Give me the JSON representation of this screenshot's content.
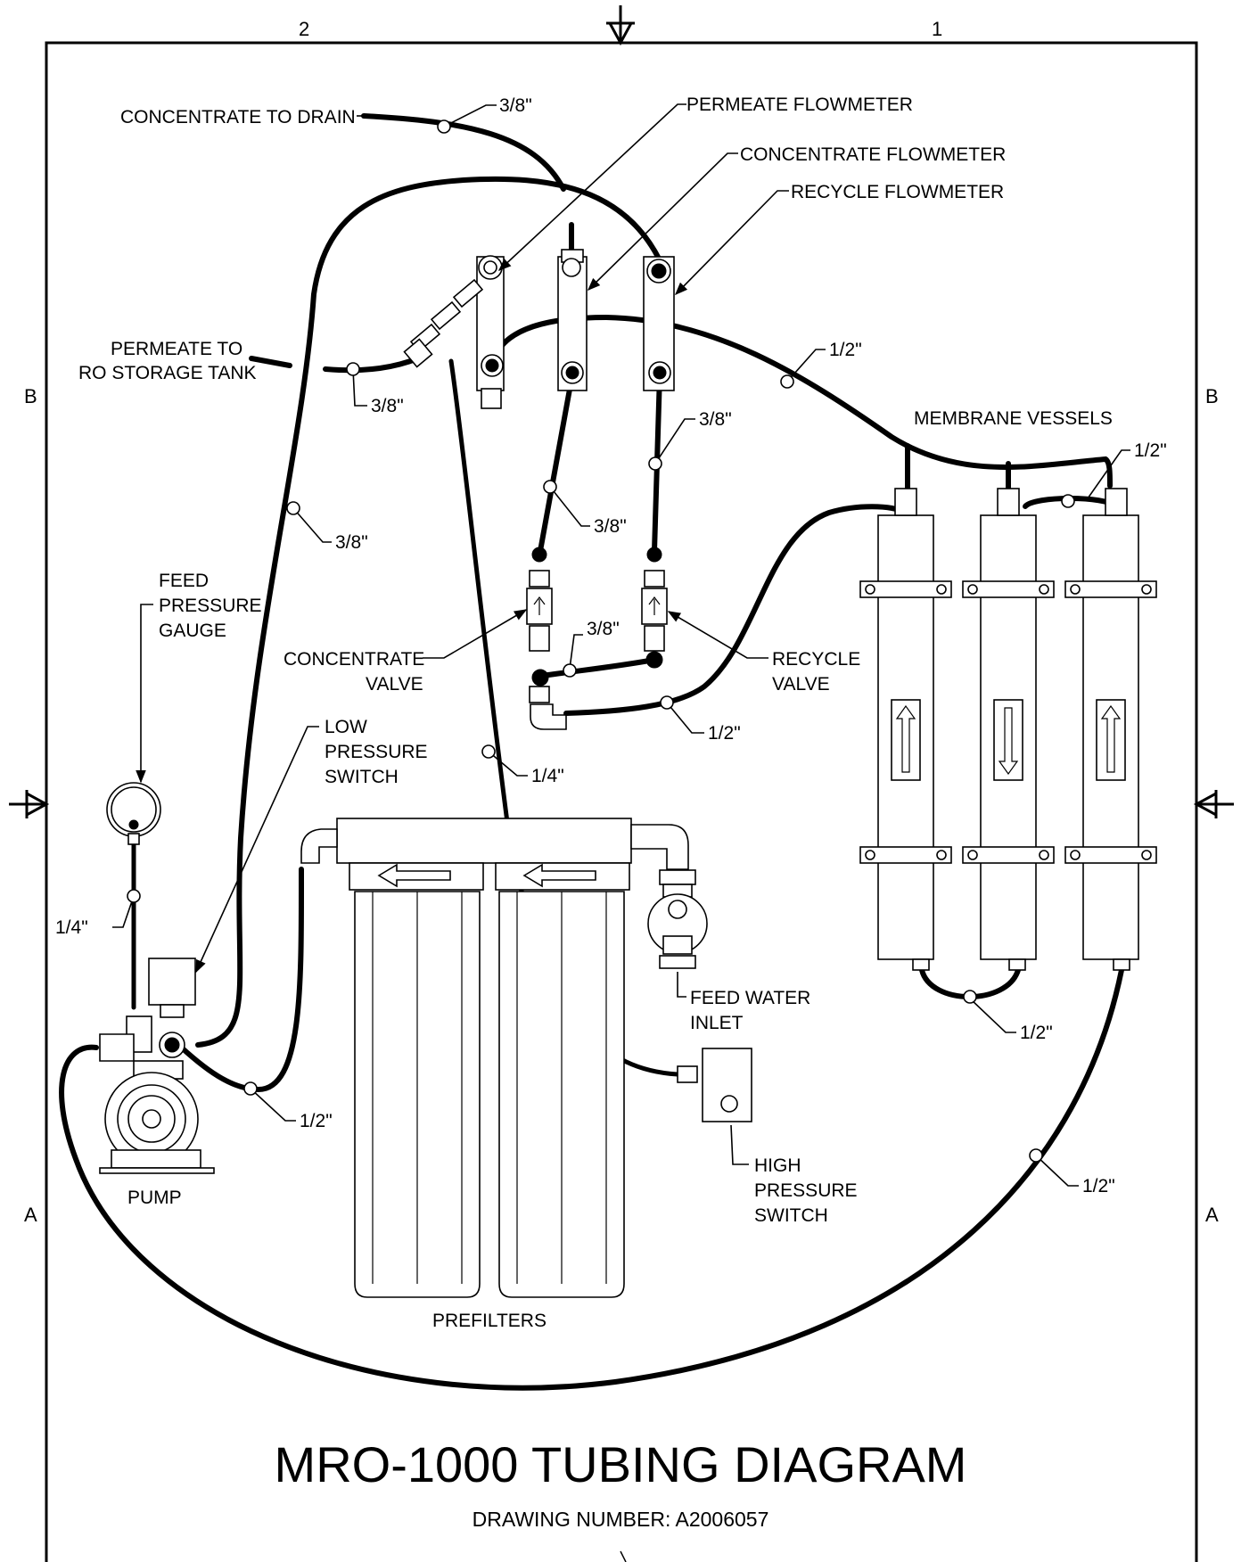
{
  "title": "MRO-1000 TUBING DIAGRAM",
  "drawing_number": "DRAWING NUMBER: A2006057",
  "zones": {
    "col_left": "2",
    "col_right": "1",
    "row_top_left": "B",
    "row_top_right": "B",
    "row_bottom_left": "A",
    "row_bottom_right": "A"
  },
  "labels": {
    "concentrate_to_drain": "CONCENTRATE TO DRAIN",
    "permeate_flowmeter": "PERMEATE FLOWMETER",
    "concentrate_flowmeter": "CONCENTRATE FLOWMETER",
    "recycle_flowmeter": "RECYCLE FLOWMETER",
    "permeate_to_line1": "PERMEATE TO",
    "permeate_to_line2": "RO STORAGE TANK",
    "membrane_vessels": "MEMBRANE VESSELS",
    "feed_pressure_gauge": [
      "FEED",
      "PRESSURE",
      "GAUGE"
    ],
    "concentrate_valve": [
      "CONCENTRATE",
      "VALVE"
    ],
    "recycle_valve": [
      "RECYCLE",
      "VALVE"
    ],
    "low_pressure_switch": [
      "LOW",
      "PRESSURE",
      "SWITCH"
    ],
    "feed_water_inlet": [
      "FEED WATER",
      "INLET"
    ],
    "high_pressure_switch": [
      "HIGH",
      "PRESSURE",
      "SWITCH"
    ],
    "pump": "PUMP",
    "prefilters": "PREFILTERS"
  },
  "tube_sizes": {
    "drain": "3/8\"",
    "permeate": "3/8\"",
    "left_return": "3/8\"",
    "flowmeters_to_vessels": "1/2\"",
    "recycle_line": "3/8\"",
    "concentrate_line": "3/8\"",
    "vessel_top_jumper": "1/2\"",
    "valve_link": "3/8\"",
    "valve_to_vessel": "1/2\"",
    "pressure_switch_line": "1/4\"",
    "gauge_line": "1/4\"",
    "vessel_bottom_jumper": "1/2\"",
    "pump_to_filter": "1/2\"",
    "vessel_to_pump": "1/2\""
  },
  "icons": [
    "section-arrow-icon",
    "flow-direction-arrow-icon",
    "flowmeter-icon",
    "pressure-gauge-icon"
  ]
}
